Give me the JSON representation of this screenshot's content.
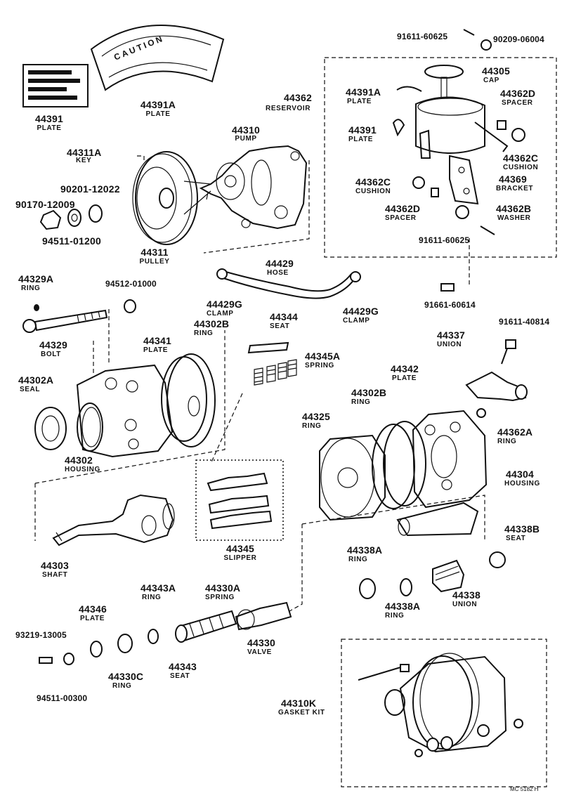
{
  "parts": [
    {
      "number": "44391",
      "name": "PLATE"
    },
    {
      "number": "44391A",
      "name": "PLATE"
    },
    {
      "number": "44311A",
      "name": "KEY"
    },
    {
      "number": "44310",
      "name": "PUMP"
    },
    {
      "number": "90201-12022",
      "name": ""
    },
    {
      "number": "90170-12009",
      "name": ""
    },
    {
      "number": "94511-01200",
      "name": ""
    },
    {
      "number": "44311",
      "name": "PULLEY"
    },
    {
      "number": "91611-60625",
      "name": ""
    },
    {
      "number": "90209-06004",
      "name": ""
    },
    {
      "number": "44305",
      "name": "CAP"
    },
    {
      "number": "44362",
      "name": "RESERVOIR"
    },
    {
      "number": "44391A",
      "name": "PLATE"
    },
    {
      "number": "44362D",
      "name": "SPACER"
    },
    {
      "number": "44391",
      "name": "PLATE"
    },
    {
      "number": "44362C",
      "name": "CUSHION"
    },
    {
      "number": "44362C",
      "name": "CUSHION"
    },
    {
      "number": "44369",
      "name": "BRACKET"
    },
    {
      "number": "44362D",
      "name": "SPACER"
    },
    {
      "number": "44362B",
      "name": "WASHER"
    },
    {
      "number": "91611-60625",
      "name": ""
    },
    {
      "number": "44429",
      "name": "HOSE"
    },
    {
      "number": "44429G",
      "name": "CLAMP"
    },
    {
      "number": "44429G",
      "name": "CLAMP"
    },
    {
      "number": "91661-60614",
      "name": ""
    },
    {
      "number": "44329A",
      "name": "RING"
    },
    {
      "number": "94512-01000",
      "name": ""
    },
    {
      "number": "44329",
      "name": "BOLT"
    },
    {
      "number": "44344",
      "name": "SEAT"
    },
    {
      "number": "44302B",
      "name": "RING"
    },
    {
      "number": "44341",
      "name": "PLATE"
    },
    {
      "number": "44345A",
      "name": "SPRING"
    },
    {
      "number": "44337",
      "name": "UNION"
    },
    {
      "number": "91611-40814",
      "name": ""
    },
    {
      "number": "44302A",
      "name": "SEAL"
    },
    {
      "number": "44342",
      "name": "PLATE"
    },
    {
      "number": "44302B",
      "name": "RING"
    },
    {
      "number": "44325",
      "name": "RING"
    },
    {
      "number": "44362A",
      "name": "RING"
    },
    {
      "number": "44302",
      "name": "HOUSING"
    },
    {
      "number": "44304",
      "name": "HOUSING"
    },
    {
      "number": "44338B",
      "name": "SEAT"
    },
    {
      "number": "44345",
      "name": "SLIPPER"
    },
    {
      "number": "44338A",
      "name": "RING"
    },
    {
      "number": "44303",
      "name": "SHAFT"
    },
    {
      "number": "44343A",
      "name": "RING"
    },
    {
      "number": "44330A",
      "name": "SPRING"
    },
    {
      "number": "44338A",
      "name": "RING"
    },
    {
      "number": "44338",
      "name": "UNION"
    },
    {
      "number": "44346",
      "name": "PLATE"
    },
    {
      "number": "93219-13005",
      "name": ""
    },
    {
      "number": "44330C",
      "name": "RING"
    },
    {
      "number": "44343",
      "name": "SEAT"
    },
    {
      "number": "44330",
      "name": "VALVE"
    },
    {
      "number": "44310K",
      "name": "GASKET KIT"
    },
    {
      "number": "94511-00300",
      "name": ""
    }
  ],
  "pulley_lettering": "CAUTION",
  "drawing_code": "MC 5182 H"
}
